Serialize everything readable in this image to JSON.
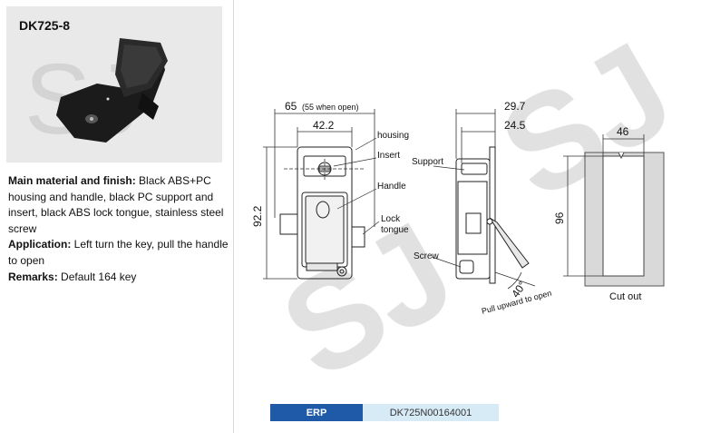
{
  "product": {
    "model": "DK725-8",
    "specs": [
      {
        "label": "Main material and finish:",
        "text": "Black ABS+PC housing and handle, black PC support and insert, black ABS lock tongue, stainless steel screw"
      },
      {
        "label": "Application:",
        "text": "Left turn the key, pull the handle to open"
      },
      {
        "label": "Remarks:",
        "text": "Default 164 key"
      }
    ]
  },
  "drawing": {
    "front": {
      "width_top": "65",
      "width_top_note": "(55 when open)",
      "width_inner": "42.2",
      "height": "92.2",
      "labels": {
        "housing": "housing",
        "insert": "Insert",
        "handle": "Handle",
        "lock": "Lock",
        "tongue": "tongue"
      }
    },
    "side": {
      "dim_outer": "29.7",
      "dim_inner": "24.5",
      "angle": "40°",
      "pull_text": "Pull upward to open",
      "labels": {
        "support": "Support",
        "screw": "Screw"
      }
    },
    "cutout": {
      "width": "46",
      "height": "96",
      "caption": "Cut out"
    }
  },
  "watermark": "SJ",
  "erp": {
    "label": "ERP",
    "value": "DK725N00164001"
  }
}
